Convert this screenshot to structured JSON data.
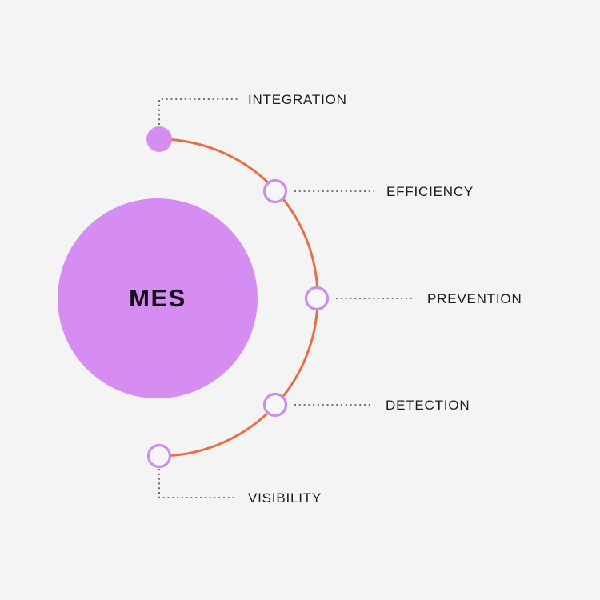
{
  "diagram": {
    "center_label": "MES",
    "items": [
      {
        "label": "INTEGRATION",
        "node_style": "filled",
        "position": "top"
      },
      {
        "label": "EFFICIENCY",
        "node_style": "outlined",
        "position": "upper-right"
      },
      {
        "label": "PREVENTION",
        "node_style": "outlined",
        "position": "right"
      },
      {
        "label": "DETECTION",
        "node_style": "outlined",
        "position": "lower-right"
      },
      {
        "label": "VISIBILITY",
        "node_style": "outlined",
        "position": "bottom"
      }
    ],
    "colors": {
      "background": "#F5F4F5",
      "center_circle": "#D58DF2",
      "arc": "#E96E45",
      "node_stroke": "#C98FE8",
      "node_fill": "#F7F6F8",
      "connector": "#4A4A4A",
      "label_text": "#1B1B1B"
    }
  }
}
